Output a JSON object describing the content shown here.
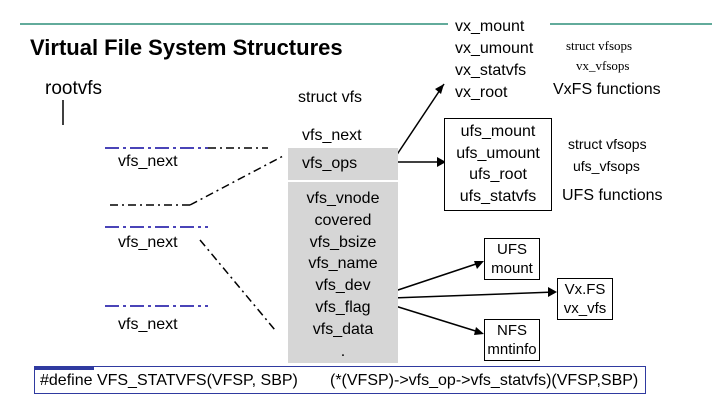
{
  "title": "Virtual File System Structures",
  "rootvfs_label": "rootvfs",
  "struct_vfs_label": "struct vfs",
  "vfs_list": [
    "vfs_next",
    "vfs_next",
    "vfs_next"
  ],
  "vfs_struct": {
    "next": "vfs_next",
    "ops": "vfs_ops",
    "fields": [
      "vfs_vnode",
      "covered",
      "vfs_bsize",
      "vfs_name",
      "vfs_dev",
      "vfs_flag",
      "vfs_data",
      "."
    ]
  },
  "vx_ops": [
    "vx_mount",
    "vx_umount",
    "vx_statvfs",
    "vx_root"
  ],
  "vx_struct_name": "struct vfsops",
  "vx_struct_var": "vx_vfsops",
  "vx_functions": "VxFS functions",
  "ufs_ops": [
    "ufs_mount",
    "ufs_umount",
    "ufs_root",
    "ufs_statvfs"
  ],
  "ufs_struct_name": "struct vfsops",
  "ufs_struct_var": "ufs_vfsops",
  "ufs_functions": "UFS functions",
  "ufs_mount_box": [
    "UFS",
    "mount"
  ],
  "nfs_box": [
    "NFS",
    "mntinfo"
  ],
  "vxfs_box": [
    "Vx.FS",
    "vx_vfs"
  ],
  "define_left": "#define VFS_STATVFS(VFSP, SBP)",
  "define_right": "(*(VFSP)->vfs_op->vfs_statvfs)(VFSP,SBP)",
  "colors": {
    "accent_line": "#2f8f7a",
    "dashed_line": "#4a44b8",
    "grey_fill": "#d6d6d6"
  }
}
